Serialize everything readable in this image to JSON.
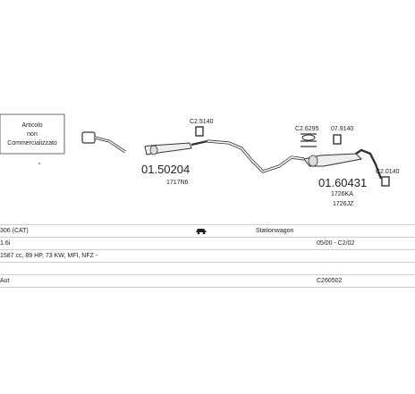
{
  "diagram": {
    "note_lines": [
      "Articolo",
      "non",
      "Commercializzato"
    ],
    "parts": [
      {
        "number": "C2.5140"
      },
      {
        "number": "01.50204"
      },
      {
        "number": "1717N6"
      },
      {
        "number": "C2.6295"
      },
      {
        "number": "07.9140"
      },
      {
        "number": "01.60431"
      },
      {
        "number": "1726KA"
      },
      {
        "number": "1726JZ"
      },
      {
        "number": "C2.0140"
      }
    ]
  },
  "table": {
    "model": "306 (CAT)",
    "body": "Stationwagon",
    "engine": "1.6i",
    "years": "05/00 - C2/02",
    "specs": "1587 cc, 89 HP, 73 KW, MFI, NFZ -",
    "gearbox": "Aut",
    "code": "C260502",
    "icons": [
      "car-icon"
    ]
  }
}
